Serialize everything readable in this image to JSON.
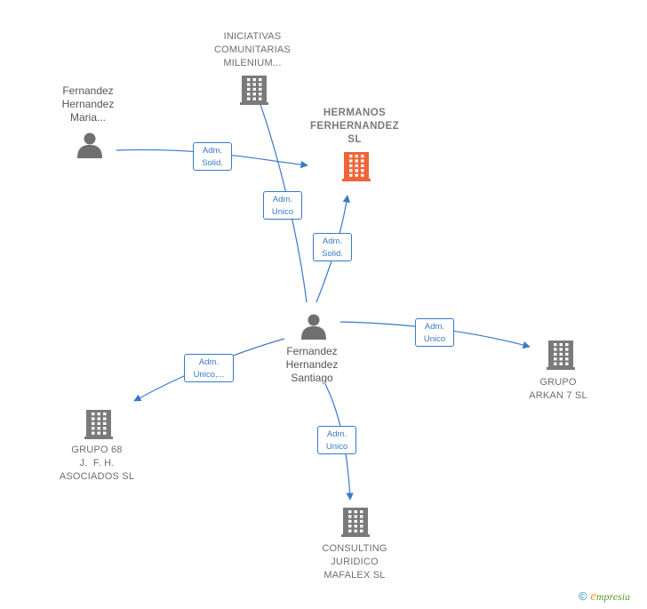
{
  "nodes": {
    "iniciativas": {
      "lines": [
        "INICIATIVAS",
        "COMUNITARIAS",
        "MILENIUM..."
      ]
    },
    "hermanos": {
      "lines": [
        "HERMANOS",
        "FERHERNANDEZ",
        "SL"
      ]
    },
    "fernandez_maria": {
      "lines": [
        "Fernandez",
        "Hernandez",
        "Maria..."
      ]
    },
    "fernandez_santiago": {
      "lines": [
        "Fernandez",
        "Hernandez",
        "Santiago"
      ]
    },
    "grupo_arkan": {
      "lines": [
        "GRUPO",
        "ARKAN 7 SL"
      ]
    },
    "grupo_68": {
      "lines": [
        "GRUPO 68",
        "J.  F. H.",
        "ASOCIADOS SL"
      ]
    },
    "consulting": {
      "lines": [
        "CONSULTING",
        "JURIDICO",
        "MAFALEX SL"
      ]
    }
  },
  "edges": {
    "maria_hermanos": {
      "lines": [
        "Adm.",
        "Solid."
      ]
    },
    "santiago_iniciativas": {
      "lines": [
        "Adm.",
        "Unico"
      ]
    },
    "santiago_hermanos": {
      "lines": [
        "Adm.",
        "Solid."
      ]
    },
    "santiago_arkan": {
      "lines": [
        "Adm.",
        "Unico"
      ]
    },
    "santiago_grupo68": {
      "lines": [
        "Adm.",
        "Unico,..."
      ]
    },
    "santiago_consulting": {
      "lines": [
        "Adm.",
        "Unico"
      ]
    }
  },
  "footer": {
    "copyright": "©",
    "brand_initial": "e",
    "brand_rest": "mpresia"
  },
  "colors": {
    "edge": "#3a78c8",
    "building": "#7a7a7a",
    "highlight": "#f0643a",
    "person": "#6f6f6f"
  }
}
